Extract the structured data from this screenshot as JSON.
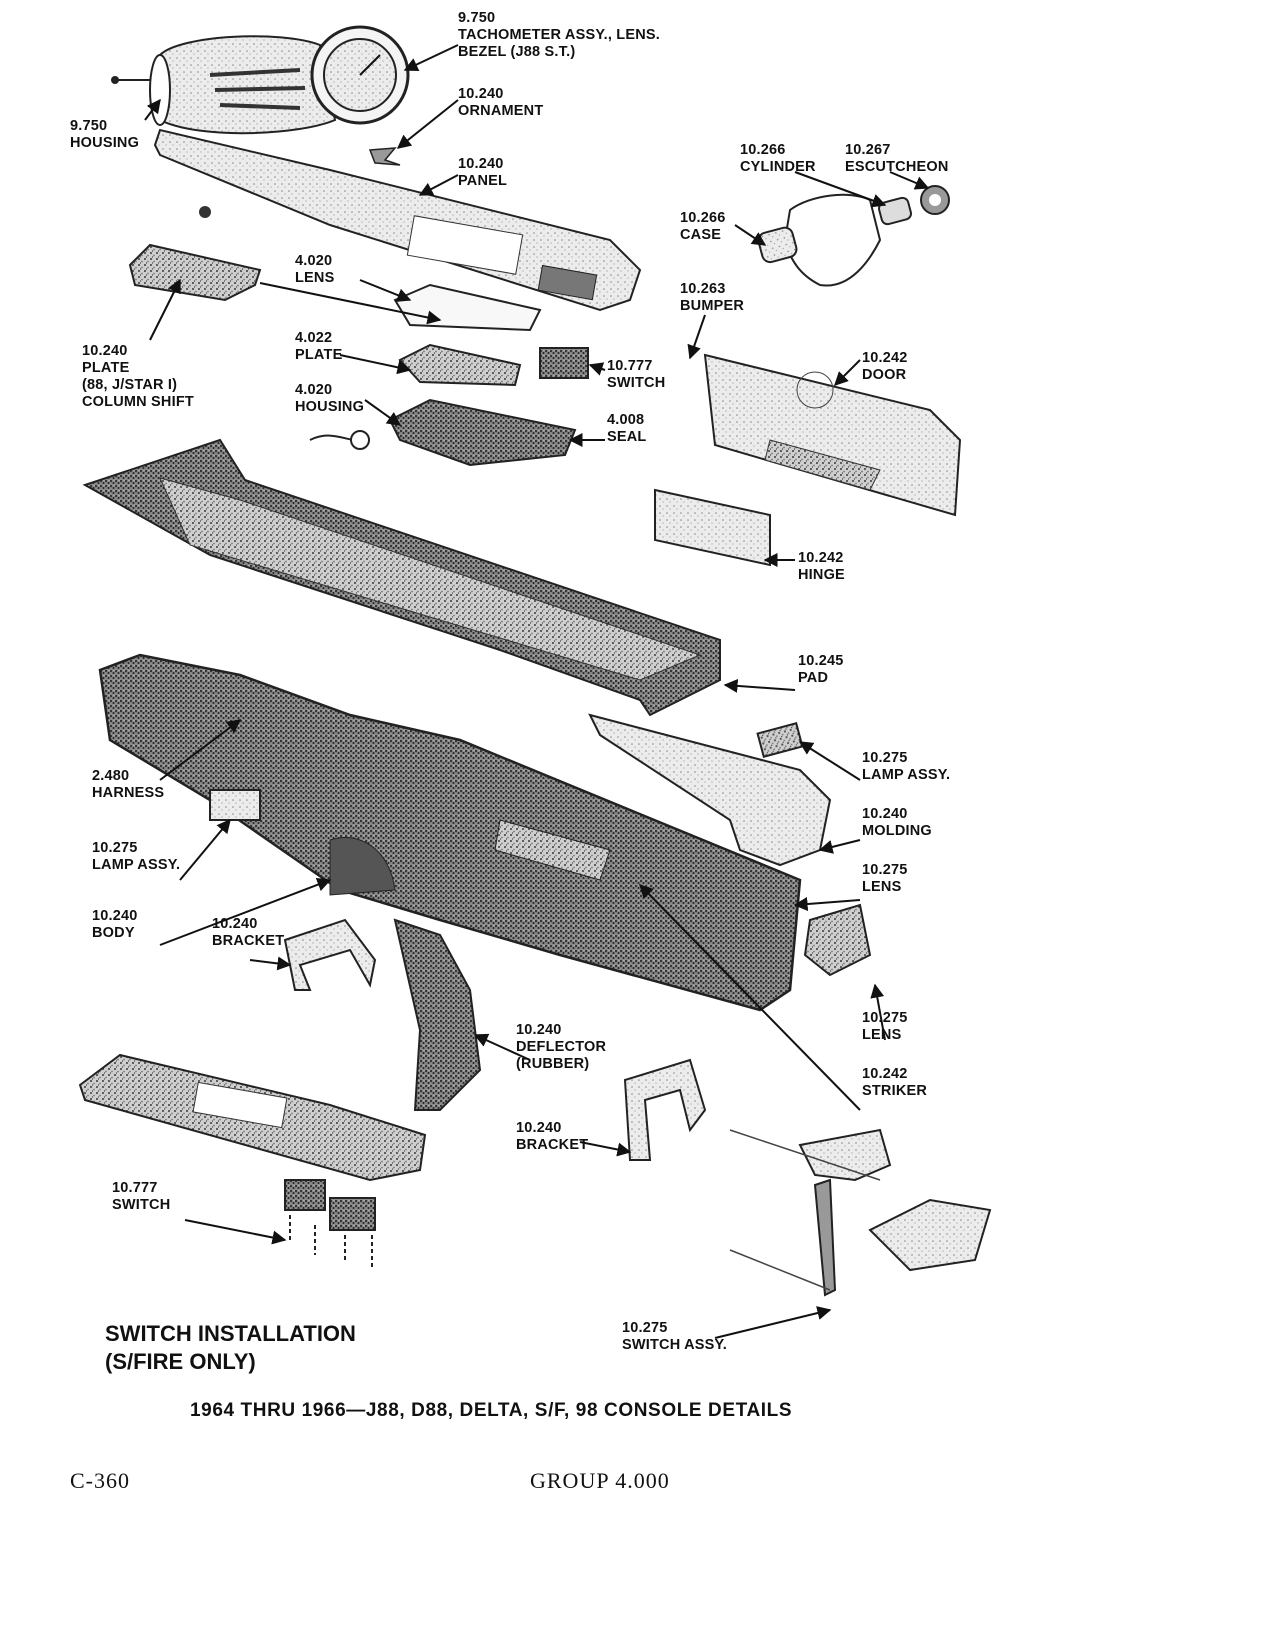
{
  "title": "1964 THRU 1966—J88, D88, DELTA, S/F, 98 CONSOLE DETAILS",
  "footer": {
    "page": "C-360",
    "group": "GROUP 4.000"
  },
  "inset_caption": [
    "SWITCH INSTALLATION",
    "(S/FIRE ONLY)"
  ],
  "labels": {
    "tach": [
      "9.750",
      "TACHOMETER ASSY., LENS.",
      "BEZEL (J88 S.T.)"
    ],
    "housing_tach": [
      "9.750",
      "HOUSING"
    ],
    "ornament": [
      "10.240",
      "ORNAMENT"
    ],
    "panel": [
      "10.240",
      "PANEL"
    ],
    "cylinder": [
      "10.266",
      "CYLINDER"
    ],
    "escutcheon": [
      "10.267",
      "ESCUTCHEON"
    ],
    "case": [
      "10.266",
      "CASE"
    ],
    "lens_top": [
      "4.020",
      "LENS"
    ],
    "bumper": [
      "10.263",
      "BUMPER"
    ],
    "plate_col": [
      "10.240",
      "PLATE",
      "(88, J/STAR I)",
      "COLUMN SHIFT"
    ],
    "plate_4022": [
      "4.022",
      "PLATE"
    ],
    "switch_top": [
      "10.777",
      "SWITCH"
    ],
    "door": [
      "10.242",
      "DOOR"
    ],
    "housing_4020": [
      "4.020",
      "HOUSING"
    ],
    "seal": [
      "4.008",
      "SEAL"
    ],
    "hinge": [
      "10.242",
      "HINGE"
    ],
    "pad": [
      "10.245",
      "PAD"
    ],
    "lamp_right": [
      "10.275",
      "LAMP ASSY."
    ],
    "harness": [
      "2.480",
      "HARNESS"
    ],
    "molding": [
      "10.240",
      "MOLDING"
    ],
    "lamp_left": [
      "10.275",
      "LAMP ASSY."
    ],
    "lens_mid": [
      "10.275",
      "LENS"
    ],
    "body": [
      "10.240",
      "BODY"
    ],
    "bracket_top": [
      "10.240",
      "BRACKET"
    ],
    "lens_low": [
      "10.275",
      "LENS"
    ],
    "deflector": [
      "10.240",
      "DEFLECTOR",
      "(RUBBER)"
    ],
    "striker": [
      "10.242",
      "STRIKER"
    ],
    "bracket_low": [
      "10.240",
      "BRACKET"
    ],
    "switch_inset": [
      "10.777",
      "SWITCH"
    ],
    "switch_assy": [
      "10.275",
      "SWITCH ASSY."
    ]
  }
}
